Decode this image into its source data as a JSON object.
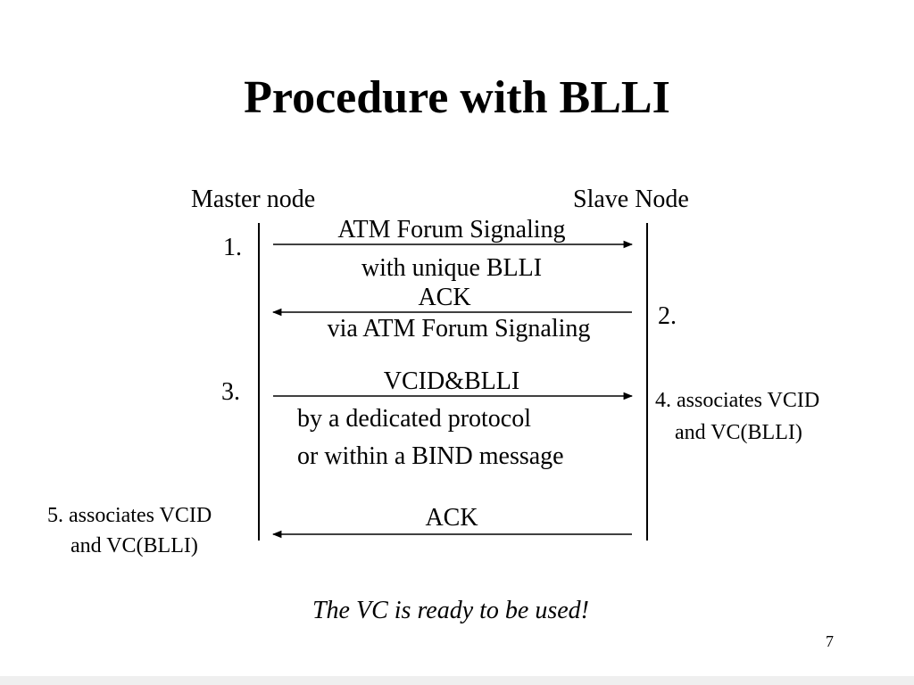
{
  "slide": {
    "title": "Procedure with BLLI",
    "page_number": "7"
  },
  "nodes": {
    "master": "Master node",
    "slave": "Slave Node"
  },
  "steps": {
    "s1": "1.",
    "s2": "2.",
    "s3": "3.",
    "s4_line1": "4. associates VCID",
    "s4_line2": "and VC(BLLI)",
    "s5_line1": "5. associates VCID",
    "s5_line2": "and VC(BLLI)"
  },
  "messages": {
    "m1_above": "ATM Forum Signaling",
    "m1_below": "with unique BLLI",
    "m2_above": "ACK",
    "m2_below": "via ATM Forum Signaling",
    "m3_above": "VCID&BLLI",
    "m3_below_line1": "by a dedicated protocol",
    "m3_below_line2": "or within a BIND message",
    "m4_above": "ACK"
  },
  "conclusion": "The VC is ready to be used!"
}
